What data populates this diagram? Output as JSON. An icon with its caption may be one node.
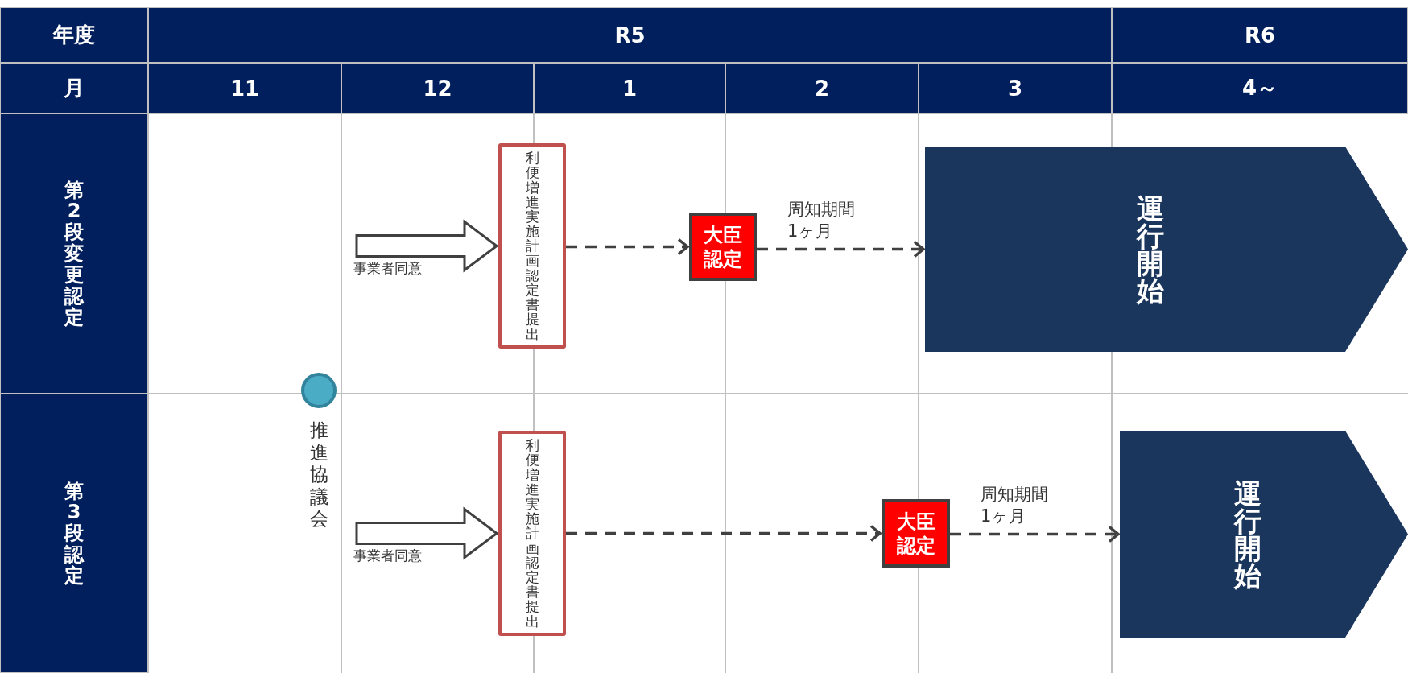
{
  "diagram": {
    "nodes": [
      {
        "text": [],
        "shape": "circle",
        "beside": [
          "推進協議会"
        ]
      },
      {
        "text": [
          "利便増進実施計画認定書提出"
        ]
      },
      {
        "text": [
          "大臣認定"
        ]
      },
      {
        "text": [
          "運行開始"
        ]
      },
      {
        "text": [
          "利便増進実施計画認定書提出"
        ]
      },
      {
        "text": [
          "大臣認定"
        ]
      },
      {
        "text": [
          "運行開始"
        ]
      }
    ],
    "edges": [
      {
        "from": null,
        "to": 1,
        "arrow": "to",
        "label": "事業者同意",
        "style": "thick"
      },
      {
        "from": 1,
        "to": 2,
        "arrow": "to",
        "style": "dashed"
      },
      {
        "from": 2,
        "to": 3,
        "arrow": "to",
        "label": "周知期間1ヶ月",
        "style": "dashed"
      },
      {
        "from": null,
        "to": 4,
        "arrow": "to",
        "label": "事業者同意",
        "style": "thick"
      },
      {
        "from": 4,
        "to": 5,
        "arrow": "to",
        "style": "dashed"
      },
      {
        "from": 5,
        "to": 6,
        "arrow": "to",
        "label": "周知期間1ヶ月",
        "style": "dashed"
      }
    ],
    "labels": [
      "年度",
      "R5",
      "R6",
      "月",
      "11",
      "12",
      "1",
      "2",
      "3",
      "4～",
      "第2段変更認定",
      "第3段認定"
    ]
  }
}
